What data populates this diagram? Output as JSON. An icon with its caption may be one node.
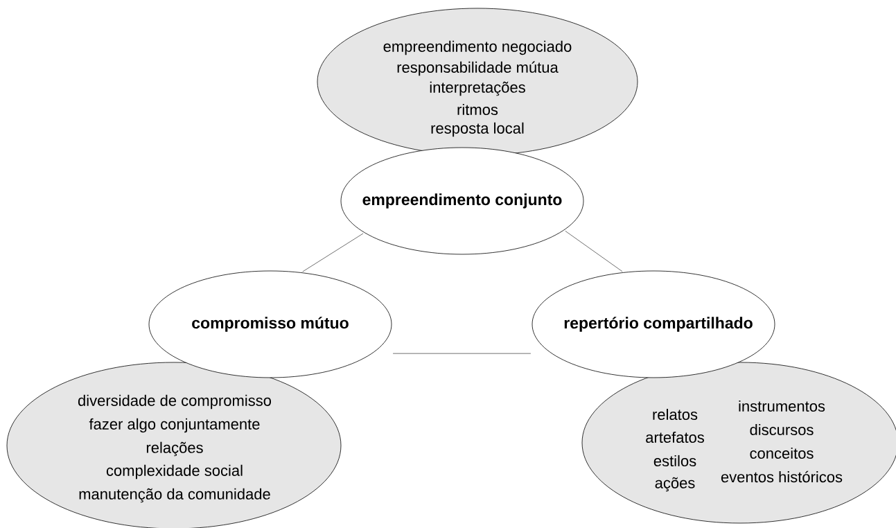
{
  "diagram": {
    "nodes": [
      {
        "text": [
          "empreendimento negociado",
          "responsabilidade mútua",
          "interpretações",
          "ritmos",
          "resposta local"
        ]
      },
      {
        "text": [
          "empreendimento conjunto"
        ]
      },
      {
        "text": [
          "compromisso mútuo"
        ]
      },
      {
        "text": [
          "repertório compartilhado"
        ]
      },
      {
        "text": [
          "diversidade de compromisso",
          "fazer algo conjuntamente",
          "relações",
          "complexidade social",
          "manutenção da comunidade"
        ]
      },
      {
        "text": [
          "relatos",
          "artefatos",
          "estilos",
          "ações",
          "instrumentos",
          "discursos",
          "conceitos",
          "eventos históricos"
        ]
      }
    ],
    "edges": [
      {
        "from": 1,
        "to": 2,
        "arrow": "none"
      },
      {
        "from": 1,
        "to": 3,
        "arrow": "none"
      },
      {
        "from": 2,
        "to": 3,
        "arrow": "none"
      }
    ]
  }
}
